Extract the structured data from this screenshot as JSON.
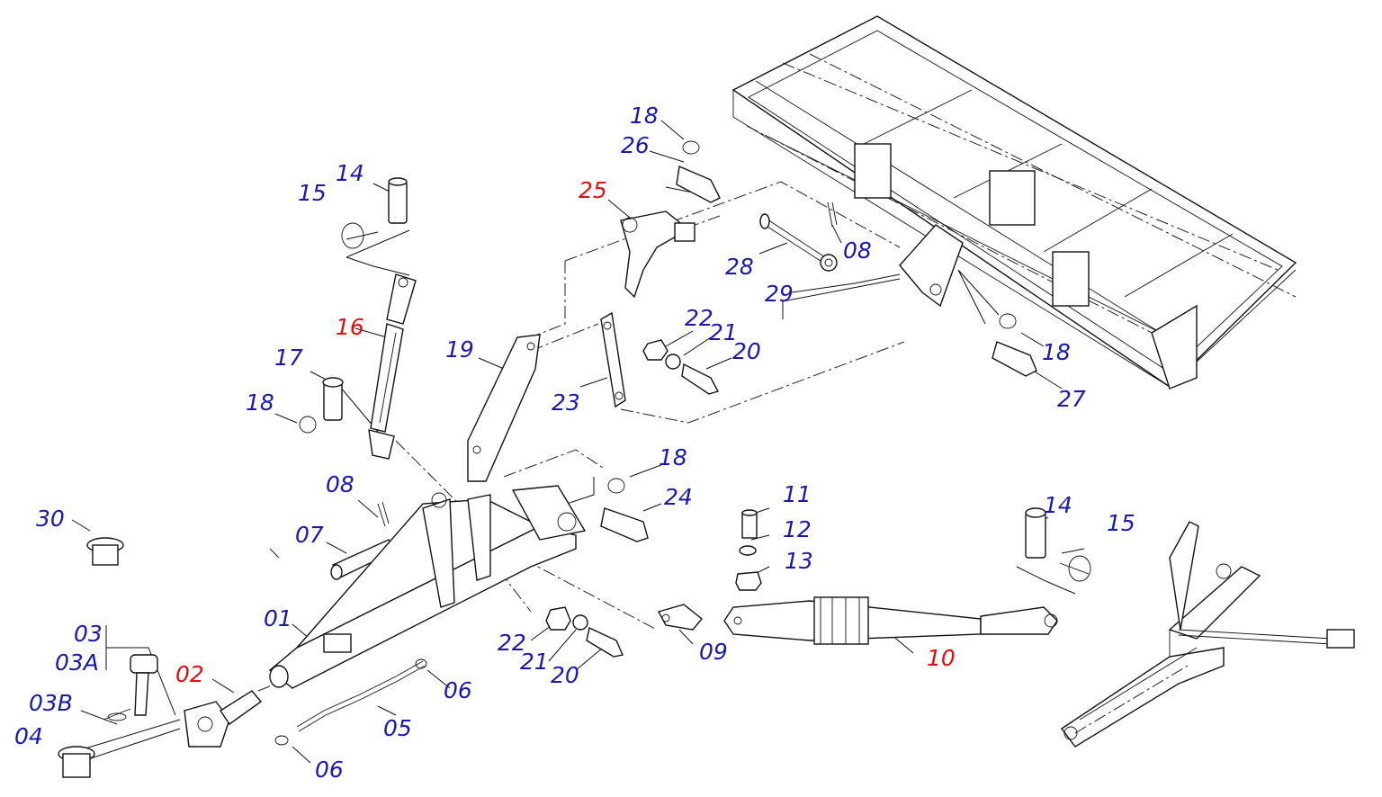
{
  "callouts": [
    {
      "id": "c01",
      "text": "01",
      "color": "blue"
    },
    {
      "id": "c02",
      "text": "02",
      "color": "red"
    },
    {
      "id": "c03",
      "text": "03",
      "color": "blue"
    },
    {
      "id": "c03a",
      "text": "03A",
      "color": "blue"
    },
    {
      "id": "c03b",
      "text": "03B",
      "color": "blue"
    },
    {
      "id": "c04",
      "text": "04",
      "color": "blue"
    },
    {
      "id": "c05",
      "text": "05",
      "color": "blue"
    },
    {
      "id": "c06a",
      "text": "06",
      "color": "blue"
    },
    {
      "id": "c06b",
      "text": "06",
      "color": "blue"
    },
    {
      "id": "c07",
      "text": "07",
      "color": "blue"
    },
    {
      "id": "c08a",
      "text": "08",
      "color": "blue"
    },
    {
      "id": "c08b",
      "text": "08",
      "color": "blue"
    },
    {
      "id": "c09",
      "text": "09",
      "color": "blue"
    },
    {
      "id": "c10",
      "text": "10",
      "color": "red"
    },
    {
      "id": "c11",
      "text": "11",
      "color": "blue"
    },
    {
      "id": "c12",
      "text": "12",
      "color": "blue"
    },
    {
      "id": "c13",
      "text": "13",
      "color": "blue"
    },
    {
      "id": "c14a",
      "text": "14",
      "color": "blue"
    },
    {
      "id": "c14b",
      "text": "14",
      "color": "blue"
    },
    {
      "id": "c15a",
      "text": "15",
      "color": "blue"
    },
    {
      "id": "c15b",
      "text": "15",
      "color": "blue"
    },
    {
      "id": "c16",
      "text": "16",
      "color": "red"
    },
    {
      "id": "c17",
      "text": "17",
      "color": "blue"
    },
    {
      "id": "c18a",
      "text": "18",
      "color": "blue"
    },
    {
      "id": "c18b",
      "text": "18",
      "color": "blue"
    },
    {
      "id": "c18c",
      "text": "18",
      "color": "blue"
    },
    {
      "id": "c18d",
      "text": "18",
      "color": "blue"
    },
    {
      "id": "c19",
      "text": "19",
      "color": "blue"
    },
    {
      "id": "c20a",
      "text": "20",
      "color": "blue"
    },
    {
      "id": "c20b",
      "text": "20",
      "color": "blue"
    },
    {
      "id": "c21a",
      "text": "21",
      "color": "blue"
    },
    {
      "id": "c21b",
      "text": "21",
      "color": "blue"
    },
    {
      "id": "c22a",
      "text": "22",
      "color": "blue"
    },
    {
      "id": "c22b",
      "text": "22",
      "color": "blue"
    },
    {
      "id": "c23",
      "text": "23",
      "color": "blue"
    },
    {
      "id": "c24",
      "text": "24",
      "color": "blue"
    },
    {
      "id": "c25",
      "text": "25",
      "color": "red"
    },
    {
      "id": "c26",
      "text": "26",
      "color": "blue"
    },
    {
      "id": "c27",
      "text": "27",
      "color": "blue"
    },
    {
      "id": "c28",
      "text": "28",
      "color": "blue"
    },
    {
      "id": "c29",
      "text": "29",
      "color": "blue"
    },
    {
      "id": "c30",
      "text": "30",
      "color": "blue"
    }
  ],
  "colors": {
    "callout_standard": "#1a1aa8",
    "callout_highlight": "#e01010",
    "line_art": "#111111",
    "background": "#ffffff"
  }
}
